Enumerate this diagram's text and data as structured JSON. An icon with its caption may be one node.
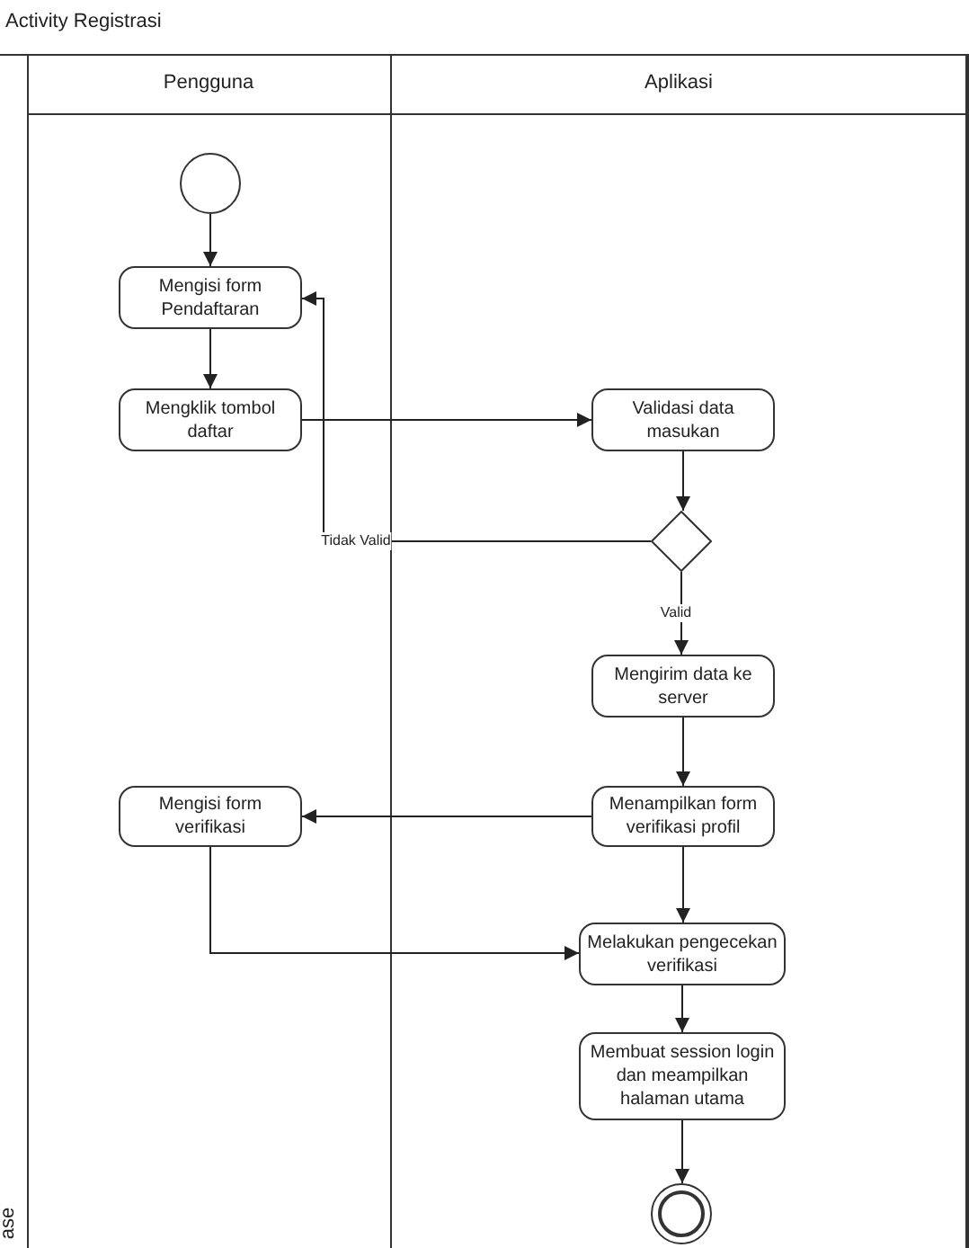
{
  "diagram": {
    "title": "Activity Registrasi",
    "nodes": [
      {
        "text": [
          "Pengguna"
        ]
      },
      {
        "text": [
          "Aplikasi"
        ]
      },
      {
        "text": [],
        "shape": "circle",
        "in": 0
      },
      {
        "text": [
          "Mengisi form Pendaftaran"
        ],
        "in": 0
      },
      {
        "text": [
          "Mengklik tombol daftar"
        ],
        "in": 0
      },
      {
        "text": [
          "Validasi data masukan"
        ],
        "in": 1
      },
      {
        "text": [],
        "shape": "diamond",
        "in": 1
      },
      {
        "text": [
          "Mengirim data ke server"
        ],
        "in": 1
      },
      {
        "text": [
          "Menampilkan form verifikasi profil"
        ],
        "in": 1
      },
      {
        "text": [
          "Mengisi form verifikasi"
        ],
        "in": 0
      },
      {
        "text": [
          "Melakukan pengecekan verifikasi"
        ],
        "in": 1
      },
      {
        "text": [
          "Membuat session login dan meampilkan halaman utama"
        ],
        "in": 1
      },
      {
        "text": [],
        "shape": "circle",
        "in": 1
      }
    ],
    "edges": [
      {
        "from": 2,
        "to": 3,
        "arrow": "to"
      },
      {
        "from": 3,
        "to": 4,
        "arrow": "to"
      },
      {
        "from": 4,
        "to": 5,
        "arrow": "to"
      },
      {
        "from": 5,
        "to": 6,
        "arrow": "to"
      },
      {
        "from": 6,
        "to": 3,
        "arrow": "to",
        "label": "Tidak Valid"
      },
      {
        "from": 6,
        "to": 7,
        "arrow": "to",
        "label": "Valid"
      },
      {
        "from": 7,
        "to": 8,
        "arrow": "to"
      },
      {
        "from": 8,
        "to": 9,
        "arrow": "to"
      },
      {
        "from": 9,
        "to": 10,
        "arrow": "to"
      },
      {
        "from": 8,
        "to": 10,
        "arrow": "to"
      },
      {
        "from": 10,
        "to": 11,
        "arrow": "to"
      },
      {
        "from": 11,
        "to": 12,
        "arrow": "to"
      }
    ],
    "labels": [
      "ase"
    ]
  }
}
